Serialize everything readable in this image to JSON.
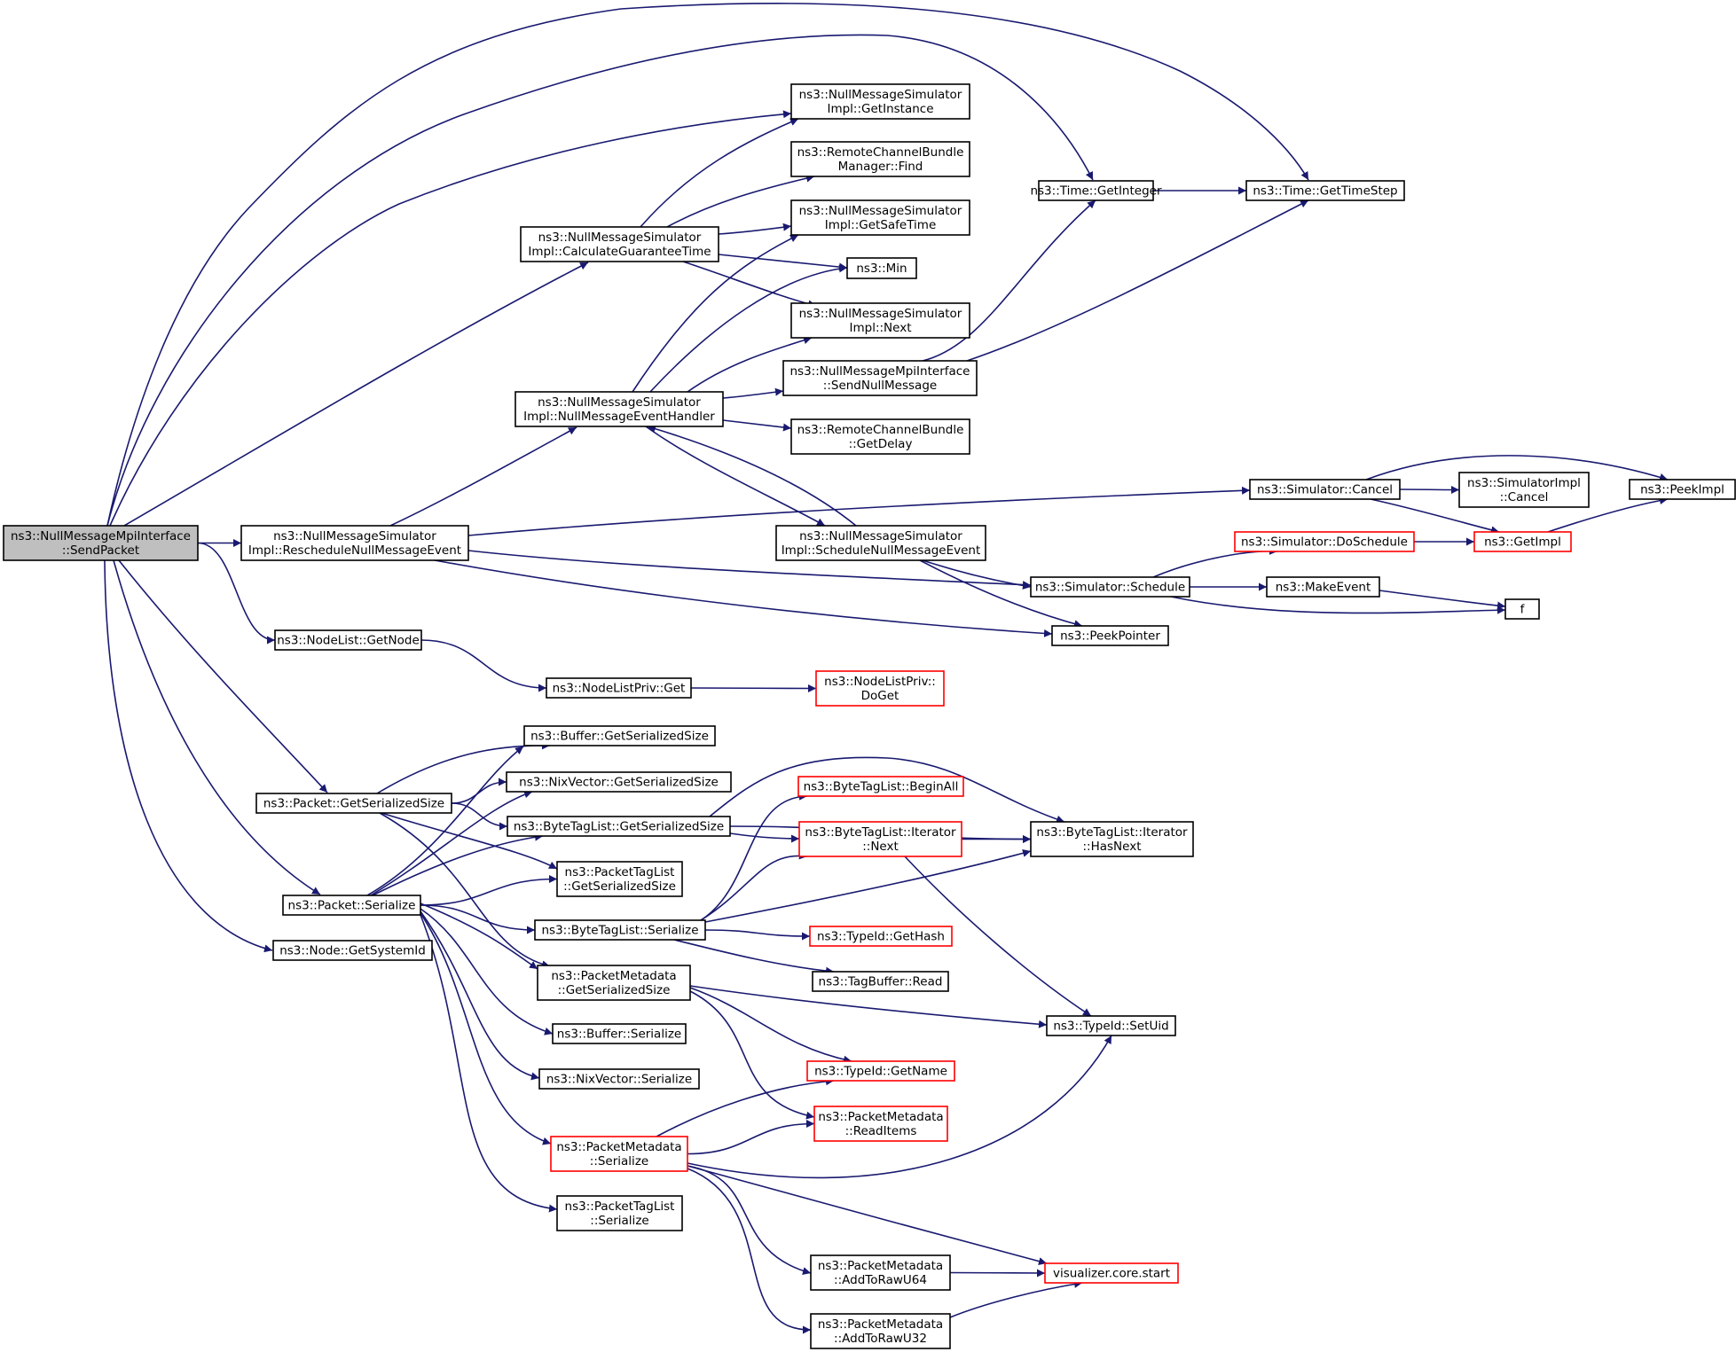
{
  "diagram": {
    "type": "call-graph",
    "edge_color": "#191970",
    "node_border": "#000000",
    "incomplete_node_border": "#ff0000",
    "root_fill": "#bfbfbf",
    "nodes": [
      {
        "id": "root",
        "lines": [
          "ns3::NullMessageMpiInterface",
          "::SendPacket"
        ],
        "root": true
      },
      {
        "id": "reschedule",
        "lines": [
          "ns3::NullMessageSimulator",
          "Impl::RescheduleNullMessageEvent"
        ]
      },
      {
        "id": "getinstance",
        "lines": [
          "ns3::NullMessageSimulator",
          "Impl::GetInstance"
        ]
      },
      {
        "id": "rcbfind",
        "lines": [
          "ns3::RemoteChannelBundle",
          "Manager::Find"
        ]
      },
      {
        "id": "getsafetime",
        "lines": [
          "ns3::NullMessageSimulator",
          "Impl::GetSafeTime"
        ]
      },
      {
        "id": "min",
        "lines": [
          "ns3::Min"
        ]
      },
      {
        "id": "next",
        "lines": [
          "ns3::NullMessageSimulator",
          "Impl::Next"
        ]
      },
      {
        "id": "sendnull",
        "lines": [
          "ns3::NullMessageMpiInterface",
          "::SendNullMessage"
        ]
      },
      {
        "id": "getdelay",
        "lines": [
          "ns3::RemoteChannelBundle",
          "::GetDelay"
        ]
      },
      {
        "id": "calcguar",
        "lines": [
          "ns3::NullMessageSimulator",
          "Impl::CalculateGuaranteeTime"
        ]
      },
      {
        "id": "nullevh",
        "lines": [
          "ns3::NullMessageSimulator",
          "Impl::NullMessageEventHandler"
        ]
      },
      {
        "id": "schednull",
        "lines": [
          "ns3::NullMessageSimulator",
          "Impl::ScheduleNullMessageEvent"
        ]
      },
      {
        "id": "getinteger",
        "lines": [
          "ns3::Time::GetInteger"
        ]
      },
      {
        "id": "gettimestep",
        "lines": [
          "ns3::Time::GetTimeStep"
        ]
      },
      {
        "id": "simcancel",
        "lines": [
          "ns3::Simulator::Cancel"
        ]
      },
      {
        "id": "simimplcancel",
        "lines": [
          "ns3::SimulatorImpl",
          "::Cancel"
        ]
      },
      {
        "id": "peekimpl",
        "lines": [
          "ns3::PeekImpl"
        ]
      },
      {
        "id": "getimpl",
        "lines": [
          "ns3::GetImpl"
        ],
        "incomplete": true
      },
      {
        "id": "doschedule",
        "lines": [
          "ns3::Simulator::DoSchedule"
        ],
        "incomplete": true
      },
      {
        "id": "simschedule",
        "lines": [
          "ns3::Simulator::Schedule"
        ]
      },
      {
        "id": "makeevent",
        "lines": [
          "ns3::MakeEvent"
        ]
      },
      {
        "id": "f",
        "lines": [
          "f"
        ]
      },
      {
        "id": "peekpointer",
        "lines": [
          "ns3::PeekPointer"
        ]
      },
      {
        "id": "nodelistgetnode",
        "lines": [
          "ns3::NodeList::GetNode"
        ]
      },
      {
        "id": "nodelistprivget",
        "lines": [
          "ns3::NodeListPriv::Get"
        ]
      },
      {
        "id": "doget",
        "lines": [
          "ns3::NodeListPriv::",
          "DoGet"
        ],
        "incomplete": true
      },
      {
        "id": "pktgetser",
        "lines": [
          "ns3::Packet::GetSerializedSize"
        ]
      },
      {
        "id": "bufgetser",
        "lines": [
          "ns3::Buffer::GetSerializedSize"
        ]
      },
      {
        "id": "nixgetser",
        "lines": [
          "ns3::NixVector::GetSerializedSize"
        ]
      },
      {
        "id": "btlgetser",
        "lines": [
          "ns3::ByteTagList::GetSerializedSize"
        ]
      },
      {
        "id": "btlbeginall",
        "lines": [
          "ns3::ByteTagList::BeginAll"
        ],
        "incomplete": true
      },
      {
        "id": "btlitnext",
        "lines": [
          "ns3::ByteTagList::Iterator",
          "::Next"
        ],
        "incomplete": true
      },
      {
        "id": "btlithasnext",
        "lines": [
          "ns3::ByteTagList::Iterator",
          "::HasNext"
        ]
      },
      {
        "id": "ptlgetser",
        "lines": [
          "ns3::PacketTagList",
          "::GetSerializedSize"
        ]
      },
      {
        "id": "pktserialize",
        "lines": [
          "ns3::Packet::Serialize"
        ]
      },
      {
        "id": "btlserialize",
        "lines": [
          "ns3::ByteTagList::Serialize"
        ]
      },
      {
        "id": "typeidgethash",
        "lines": [
          "ns3::TypeId::GetHash"
        ],
        "incomplete": true
      },
      {
        "id": "tagbufread",
        "lines": [
          "ns3::TagBuffer::Read"
        ]
      },
      {
        "id": "pmgetser",
        "lines": [
          "ns3::PacketMetadata",
          "::GetSerializedSize"
        ]
      },
      {
        "id": "typeidsetuid",
        "lines": [
          "ns3::TypeId::SetUid"
        ]
      },
      {
        "id": "bufserialize",
        "lines": [
          "ns3::Buffer::Serialize"
        ]
      },
      {
        "id": "typeidgetname",
        "lines": [
          "ns3::TypeId::GetName"
        ],
        "incomplete": true
      },
      {
        "id": "nixserialize",
        "lines": [
          "ns3::NixVector::Serialize"
        ]
      },
      {
        "id": "pmreaditems",
        "lines": [
          "ns3::PacketMetadata",
          "::ReadItems"
        ],
        "incomplete": true
      },
      {
        "id": "pmserialize",
        "lines": [
          "ns3::PacketMetadata",
          "::Serialize"
        ],
        "incomplete": true
      },
      {
        "id": "ptlserialize",
        "lines": [
          "ns3::PacketTagList",
          "::Serialize"
        ]
      },
      {
        "id": "vizstart",
        "lines": [
          "visualizer.core.start"
        ],
        "incomplete": true
      },
      {
        "id": "pmaddu64",
        "lines": [
          "ns3::PacketMetadata",
          "::AddToRawU64"
        ]
      },
      {
        "id": "pmaddu32",
        "lines": [
          "ns3::PacketMetadata",
          "::AddToRawU32"
        ]
      },
      {
        "id": "nodegetsysid",
        "lines": [
          "ns3::Node::GetSystemId"
        ]
      }
    ],
    "edges": [
      [
        "root",
        "reschedule"
      ],
      [
        "root",
        "gettimestep"
      ],
      [
        "root",
        "getinteger"
      ],
      [
        "root",
        "getinstance"
      ],
      [
        "root",
        "calcguar"
      ],
      [
        "root",
        "nodelistgetnode"
      ],
      [
        "root",
        "pktgetser"
      ],
      [
        "root",
        "pktserialize"
      ],
      [
        "root",
        "nodegetsysid"
      ],
      [
        "reschedule",
        "nullevh"
      ],
      [
        "reschedule",
        "simcancel"
      ],
      [
        "reschedule",
        "simschedule"
      ],
      [
        "reschedule",
        "peekpointer"
      ],
      [
        "calcguar",
        "getinstance"
      ],
      [
        "calcguar",
        "rcbfind"
      ],
      [
        "calcguar",
        "getsafetime"
      ],
      [
        "calcguar",
        "min"
      ],
      [
        "calcguar",
        "next"
      ],
      [
        "nullevh",
        "getsafetime"
      ],
      [
        "nullevh",
        "min"
      ],
      [
        "nullevh",
        "next"
      ],
      [
        "nullevh",
        "sendnull"
      ],
      [
        "nullevh",
        "getdelay"
      ],
      [
        "nullevh",
        "schednull"
      ],
      [
        "schednull",
        "nullevh"
      ],
      [
        "schednull",
        "simschedule"
      ],
      [
        "schednull",
        "peekpointer"
      ],
      [
        "sendnull",
        "getinteger"
      ],
      [
        "sendnull",
        "gettimestep"
      ],
      [
        "getinteger",
        "gettimestep"
      ],
      [
        "simcancel",
        "simimplcancel"
      ],
      [
        "simcancel",
        "peekimpl"
      ],
      [
        "simcancel",
        "getimpl"
      ],
      [
        "getimpl",
        "peekimpl"
      ],
      [
        "simschedule",
        "doschedule"
      ],
      [
        "simschedule",
        "makeevent"
      ],
      [
        "simschedule",
        "f"
      ],
      [
        "doschedule",
        "getimpl"
      ],
      [
        "makeevent",
        "f"
      ],
      [
        "nodelistgetnode",
        "nodelistprivget"
      ],
      [
        "nodelistprivget",
        "doget"
      ],
      [
        "pktgetser",
        "bufgetser"
      ],
      [
        "pktgetser",
        "nixgetser"
      ],
      [
        "pktgetser",
        "btlgetser"
      ],
      [
        "pktgetser",
        "ptlgetser"
      ],
      [
        "pktgetser",
        "pmgetser"
      ],
      [
        "btlgetser",
        "btlbeginall"
      ],
      [
        "btlgetser",
        "btlitnext"
      ],
      [
        "btlgetser",
        "btlithasnext"
      ],
      [
        "btlitnext",
        "btlithasnext"
      ],
      [
        "btlitnext",
        "typeidsetuid"
      ],
      [
        "pktserialize",
        "bufgetser"
      ],
      [
        "pktserialize",
        "nixgetser"
      ],
      [
        "pktserialize",
        "btlgetser"
      ],
      [
        "pktserialize",
        "ptlgetser"
      ],
      [
        "pktserialize",
        "btlserialize"
      ],
      [
        "pktserialize",
        "pmgetser"
      ],
      [
        "pktserialize",
        "bufserialize"
      ],
      [
        "pktserialize",
        "nixserialize"
      ],
      [
        "pktserialize",
        "pmserialize"
      ],
      [
        "pktserialize",
        "ptlserialize"
      ],
      [
        "btlserialize",
        "btlbeginall"
      ],
      [
        "btlserialize",
        "btlitnext"
      ],
      [
        "btlserialize",
        "btlithasnext"
      ],
      [
        "btlserialize",
        "typeidgethash"
      ],
      [
        "btlserialize",
        "tagbufread"
      ],
      [
        "pmgetser",
        "typeidsetuid"
      ],
      [
        "pmgetser",
        "typeidgetname"
      ],
      [
        "pmgetser",
        "pmreaditems"
      ],
      [
        "pmserialize",
        "typeidgetname"
      ],
      [
        "pmserialize",
        "pmreaditems"
      ],
      [
        "pmserialize",
        "typeidsetuid"
      ],
      [
        "pmserialize",
        "vizstart"
      ],
      [
        "pmserialize",
        "pmaddu64"
      ],
      [
        "pmserialize",
        "pmaddu32"
      ],
      [
        "pmaddu64",
        "vizstart"
      ],
      [
        "pmaddu32",
        "vizstart"
      ]
    ]
  }
}
